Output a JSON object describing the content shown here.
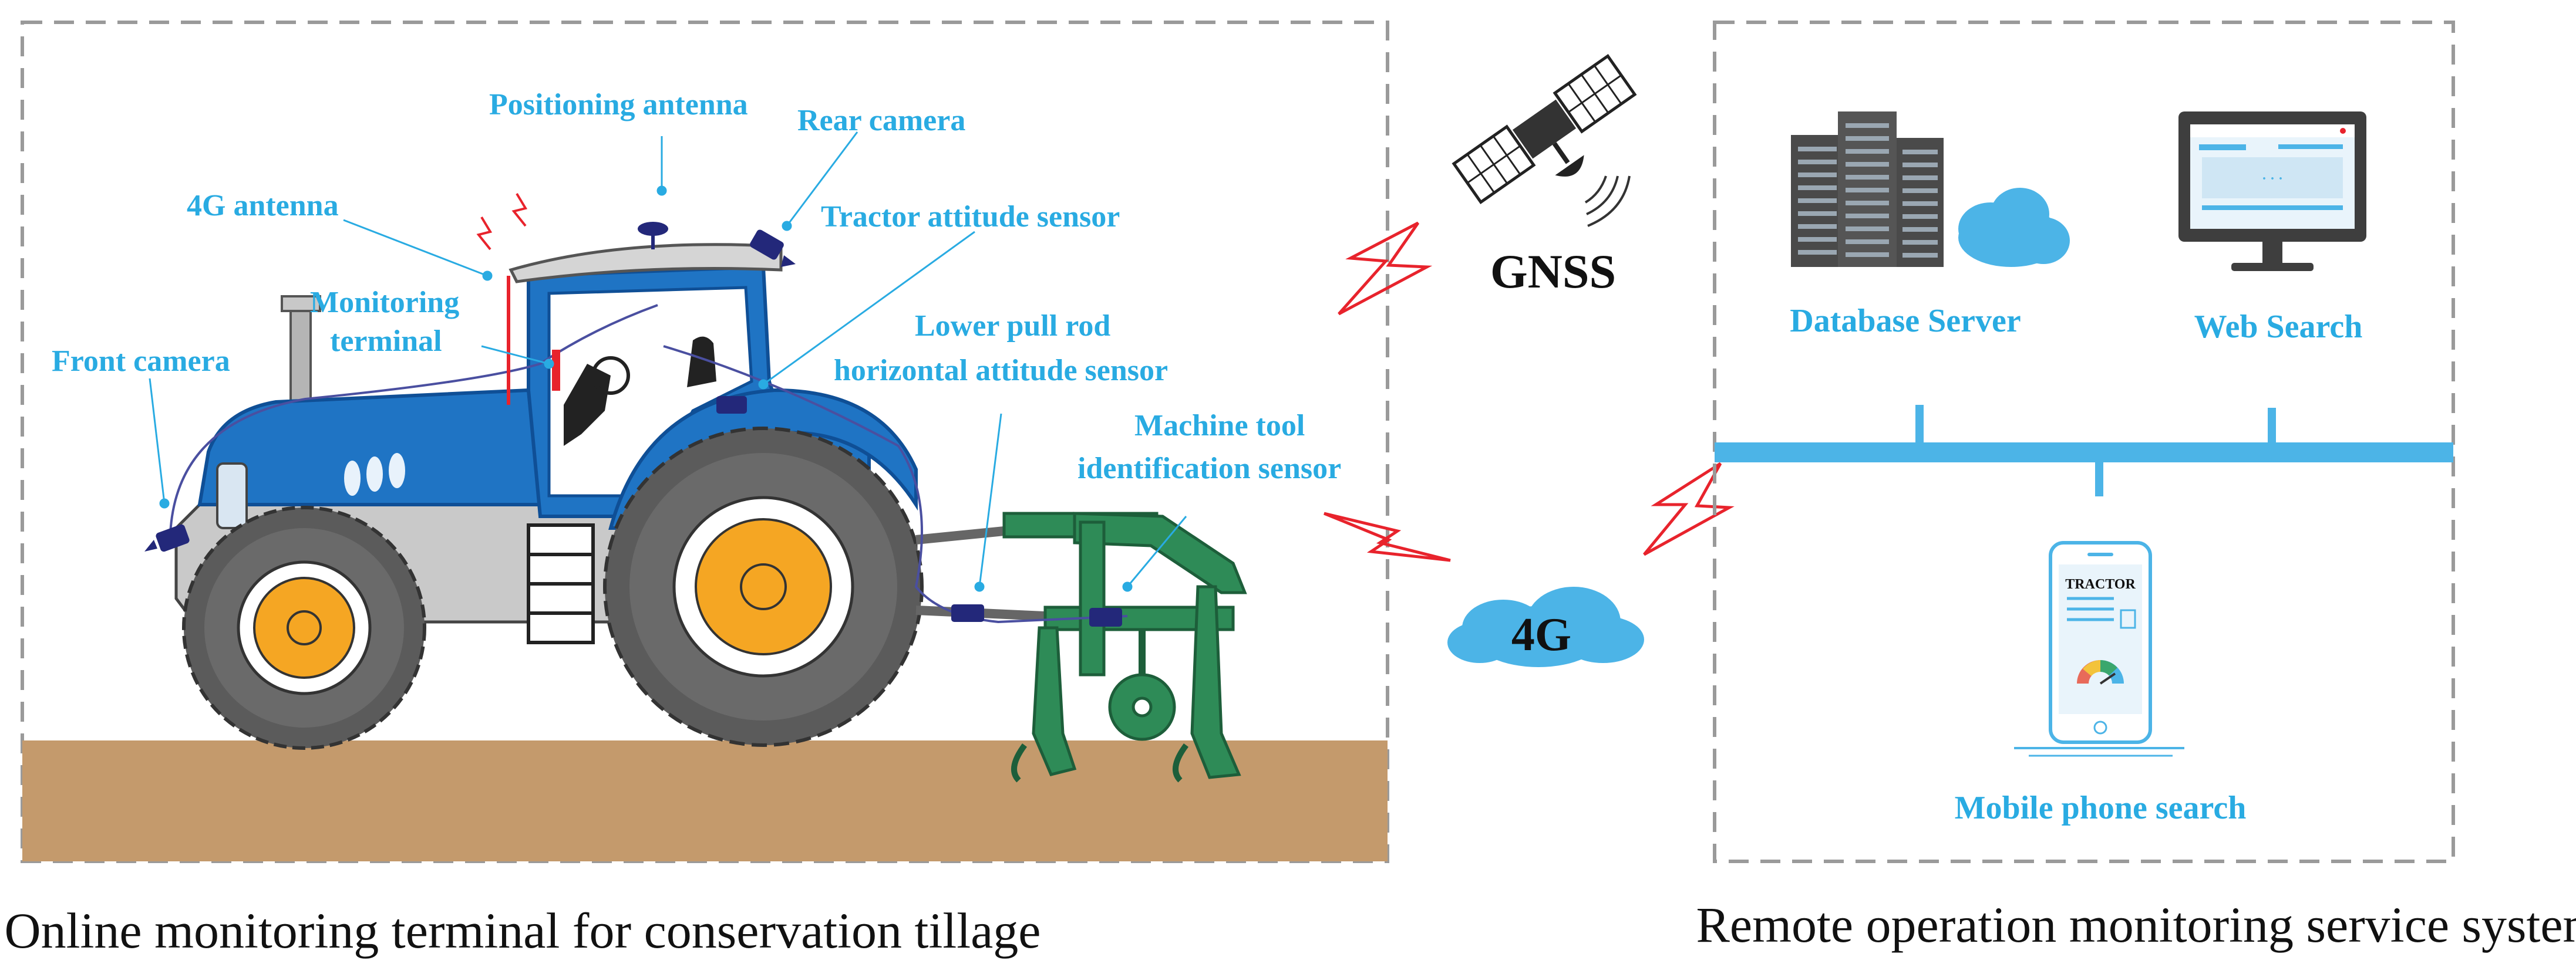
{
  "colors": {
    "label_blue": "#29abe2",
    "tractor_blue": "#1f74c4",
    "tractor_dark": "#0f4f96",
    "implement_green": "#2e8b57",
    "soil": "#c49a6c",
    "cloud_blue": "#4cb4e7",
    "signal_red": "#e8232c",
    "network_bar": "#4cb4e7",
    "frame_gray": "#9a9a9a",
    "wheel_hub": "#f5a623",
    "tire_gray": "#5b5b5b"
  },
  "left_panel": {
    "caption": "Online monitoring terminal for conservation tillage",
    "labels": {
      "positioning_antenna": "Positioning antenna",
      "rear_camera": "Rear camera",
      "antenna_4g": "4G antenna",
      "tractor_attitude": "Tractor attitude sensor",
      "monitoring_1": "Monitoring",
      "monitoring_2": "terminal",
      "front_camera": "Front camera",
      "lower_pull_1": "Lower pull rod",
      "lower_pull_2": "horizontal attitude sensor",
      "machine_tool_1": "Machine tool",
      "machine_tool_2": "identification sensor"
    }
  },
  "middle": {
    "gnss": "GNSS",
    "net_4g": "4G"
  },
  "right_panel": {
    "caption": "Remote operation monitoring service system",
    "database_server": "Database Server",
    "web_search": "Web Search",
    "mobile_search": "Mobile phone search",
    "phone_screen_title": "TRACTOR",
    "browser_dots": "· · ·"
  },
  "icons": [
    "satellite-icon",
    "server-rack-icon",
    "cloud-icon",
    "monitor-icon",
    "smartphone-icon",
    "lightning-signal-icon",
    "camera-icon",
    "antenna-icon"
  ]
}
